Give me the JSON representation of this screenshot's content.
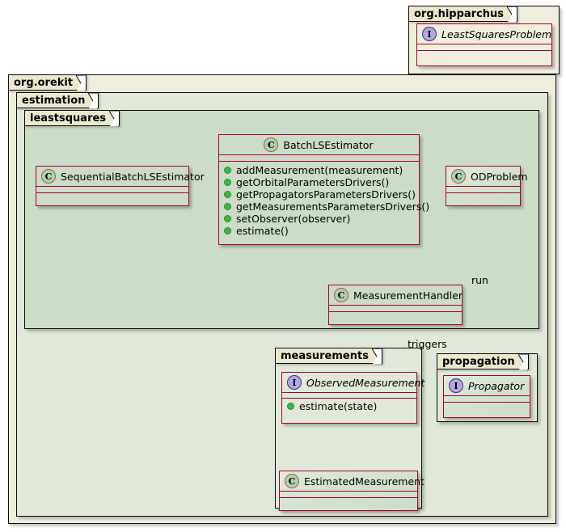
{
  "diagram": {
    "type": "uml-class-diagram",
    "title": "Orekit batch least squares orbit determination class diagram",
    "colors": {
      "class_border": "#A80036",
      "package_border": "#0B0B0B",
      "package_tab_bg": "#EBE8CF",
      "pkg_orekit_bg": "#EFEEDD",
      "pkg_estimation_bg": "#DFE8DA",
      "pkg_leastsquares_bg": "#CCDCC6",
      "pkg_measurements_bg": "#DFE8DA",
      "pkg_propagation_bg": "#DFE8DA",
      "class_badge_bg": "#ADD1B2",
      "interface_badge_bg": "#B4A7E5",
      "member_dot": "#3FB63F",
      "connector": "#A80036"
    }
  },
  "packages": [
    {
      "name": "org.hipparchus",
      "label": "org.hipparchus"
    },
    {
      "name": "org.orekit",
      "label": "org.orekit"
    },
    {
      "name": "estimation",
      "label": "estimation"
    },
    {
      "name": "leastsquares",
      "label": "leastsquares"
    },
    {
      "name": "measurements",
      "label": "measurements"
    },
    {
      "name": "propagation",
      "label": "propagation"
    }
  ],
  "classes": {
    "least_squares_problem": {
      "name": "LeastSquaresProblem",
      "stereotype": "I",
      "kind": "interface",
      "package": "org.hipparchus",
      "members": []
    },
    "sequential_batch_ls_estimator": {
      "name": "SequentialBatchLSEstimator",
      "stereotype": "C",
      "kind": "class",
      "package": "leastsquares",
      "members": []
    },
    "batch_ls_estimator": {
      "name": "BatchLSEstimator",
      "stereotype": "C",
      "kind": "class",
      "package": "leastsquares",
      "members": [
        "addMeasurement(measurement)",
        "getOrbitalParametersDrivers()",
        "getPropagatorsParametersDrivers()",
        "getMeasurementsParametersDrivers()",
        "setObserver(observer)",
        "estimate()"
      ]
    },
    "od_problem": {
      "name": "ODProblem",
      "stereotype": "C",
      "kind": "class",
      "package": "leastsquares",
      "members": []
    },
    "measurement_handler": {
      "name": "MeasurementHandler",
      "stereotype": "C",
      "kind": "class",
      "package": "leastsquares",
      "members": []
    },
    "observed_measurement": {
      "name": "ObservedMeasurement",
      "stereotype": "I",
      "kind": "interface",
      "package": "measurements",
      "members": [
        "estimate(state)"
      ]
    },
    "estimated_measurement": {
      "name": "EstimatedMeasurement",
      "stereotype": "C",
      "kind": "class",
      "package": "measurements",
      "members": []
    },
    "propagator": {
      "name": "Propagator",
      "stereotype": "I",
      "kind": "interface",
      "package": "propagation",
      "members": []
    }
  },
  "connectors": [
    {
      "from": "SequentialBatchLSEstimator",
      "to": "BatchLSEstimator",
      "kind": "inheritance",
      "label": ""
    },
    {
      "from": "ODProblem",
      "to": "LeastSquaresProblem",
      "kind": "realization",
      "label": ""
    },
    {
      "from": "BatchLSEstimator",
      "to": "ODProblem",
      "kind": "composition",
      "label": ""
    },
    {
      "from": "ODProblem",
      "to": "MeasurementHandler",
      "kind": "composition",
      "label": ""
    },
    {
      "from": "ODProblem",
      "to": "Propagator",
      "kind": "association",
      "label": "run"
    },
    {
      "from": "Propagator",
      "to": "MeasurementHandler",
      "kind": "association",
      "label": "triggers"
    },
    {
      "from": "MeasurementHandler",
      "to": "ObservedMeasurement",
      "kind": "aggregation",
      "label": ""
    },
    {
      "from": "ObservedMeasurement",
      "to": "EstimatedMeasurement",
      "kind": "association",
      "label": ""
    },
    {
      "from": "ODProblem",
      "to": "EstimatedMeasurement",
      "kind": "association",
      "label": ""
    }
  ],
  "edge_labels": {
    "run": "run",
    "triggers": "triggers"
  }
}
